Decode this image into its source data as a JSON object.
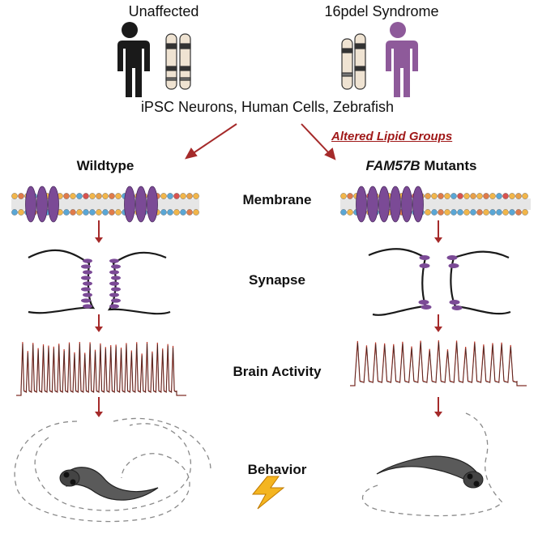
{
  "header": {
    "unaffected_label": "Unaffected",
    "syndrome_label": "16pdel Syndrome",
    "models_label": "iPSC Neurons, Human Cells, Zebrafish",
    "altered_label": "Altered Lipid Groups"
  },
  "columns": {
    "left_title": "Wildtype",
    "right_title_gene": "FAM57B",
    "right_title_suffix": " Mutants"
  },
  "rows": [
    {
      "label": "Membrane"
    },
    {
      "label": "Synapse"
    },
    {
      "label": "Brain Activity"
    },
    {
      "label": "Behavior"
    }
  ],
  "colors": {
    "unaffected_person": "#1a1a1a",
    "syndrome_person": "#8e5a9a",
    "protein": "#7b4a96",
    "arrow": "#a52a2a",
    "trace": "#c0392b",
    "lipid_orange": "#f2b64a",
    "lipid_blue": "#5aa7d6",
    "lightning": "#f4b520"
  },
  "icons": {
    "unaffected_person": "person-icon",
    "syndrome_person": "person-icon",
    "chromosome": "chromosome-icon",
    "lightning": "lightning-icon",
    "zebrafish": "zebrafish-icon"
  }
}
